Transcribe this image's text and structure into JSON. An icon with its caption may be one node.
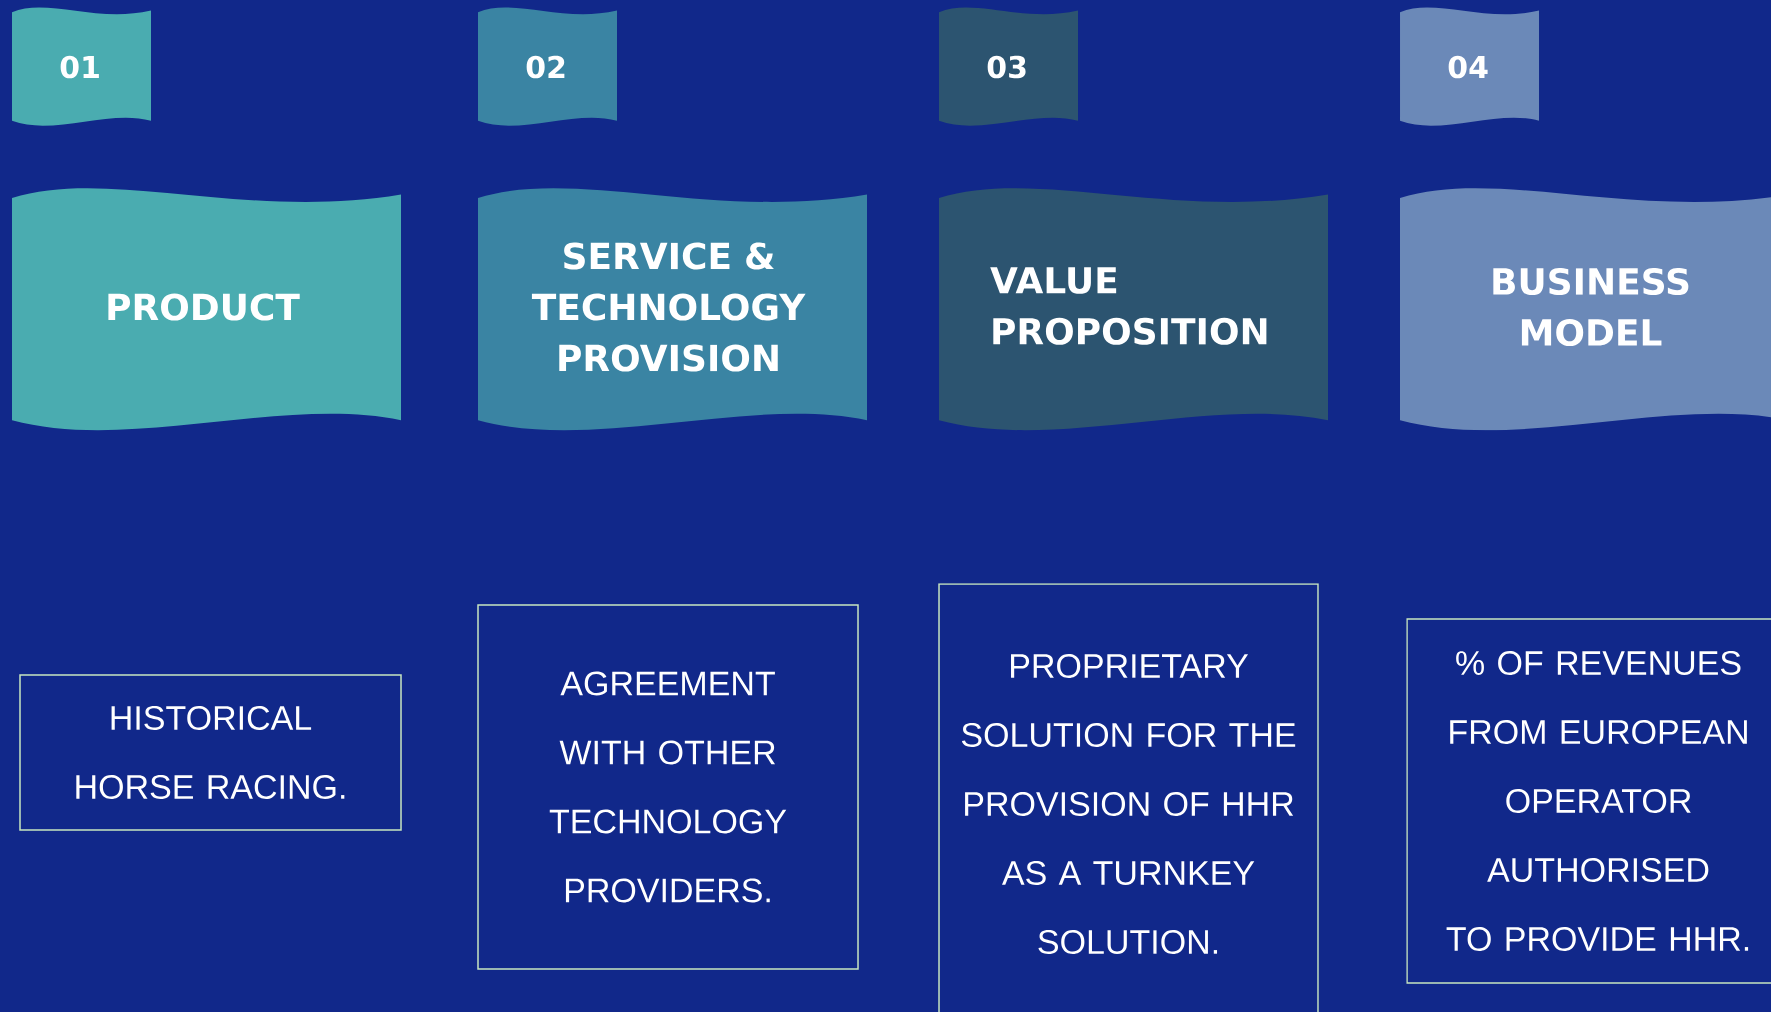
{
  "diagram": {
    "nodes": [
      {
        "text": [
          "01"
        ]
      },
      {
        "text": [
          "02"
        ]
      },
      {
        "text": [
          "03"
        ]
      },
      {
        "text": [
          "04"
        ]
      },
      {
        "text": [
          "PRODUCT"
        ]
      },
      {
        "text": [
          "SERVICE & TECHNOLOGY PROVISION"
        ]
      },
      {
        "text": [
          "VALUE PROPOSITION"
        ]
      },
      {
        "text": [
          "BUSINESS MODEL"
        ]
      },
      {
        "text": [
          "HISTORICAL HORSE RACING."
        ]
      },
      {
        "text": [
          "AGREEMENT WITH OTHER TECHNOLOGY PROVIDERS."
        ]
      },
      {
        "text": [
          "PROPRIETARY SOLUTION FOR THE PROVISION OF HHR AS A TURNKEY SOLUTION."
        ]
      },
      {
        "text": [
          "% OF REVENUES FROM EUROPEAN OPERATOR AUTHORISED TO PROVIDE HHR."
        ]
      }
    ]
  }
}
